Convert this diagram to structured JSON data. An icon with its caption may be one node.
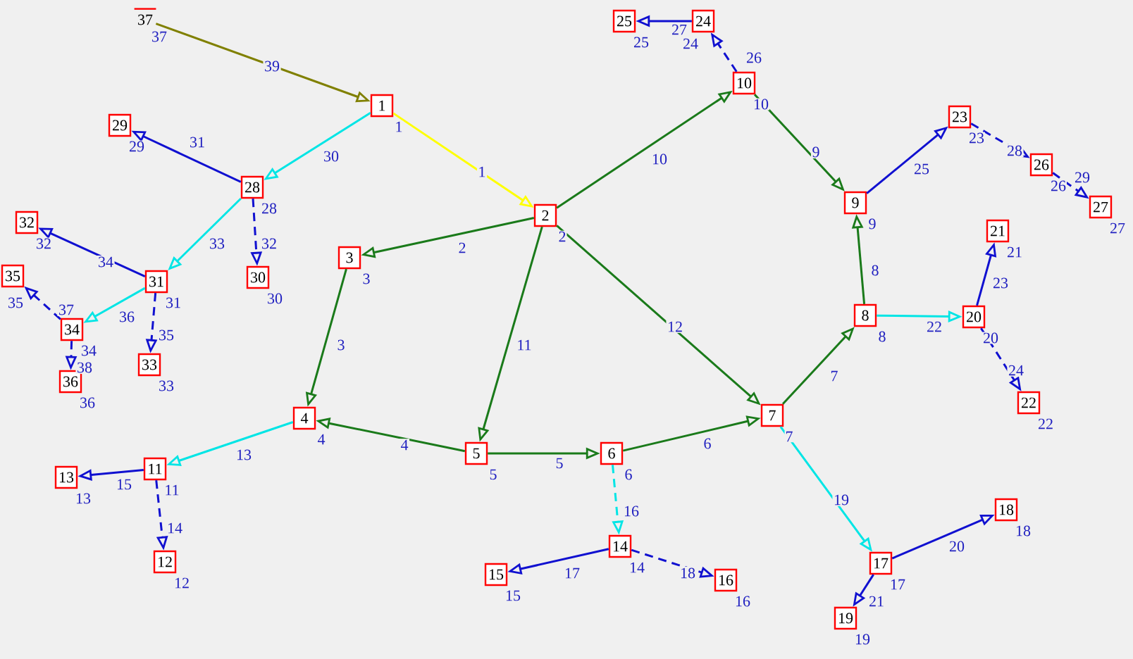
{
  "diagram": {
    "nodes": [
      {
        "text": [
          "1"
        ],
        "beside": [
          "1"
        ]
      },
      {
        "text": [
          "2"
        ],
        "beside": [
          "2"
        ]
      },
      {
        "text": [
          "3"
        ],
        "beside": [
          "3"
        ]
      },
      {
        "text": [
          "4"
        ],
        "beside": [
          "4"
        ]
      },
      {
        "text": [
          "5"
        ],
        "beside": [
          "5"
        ]
      },
      {
        "text": [
          "6"
        ],
        "beside": [
          "6"
        ]
      },
      {
        "text": [
          "7"
        ],
        "beside": [
          "7"
        ]
      },
      {
        "text": [
          "8"
        ],
        "beside": [
          "8"
        ]
      },
      {
        "text": [
          "9"
        ],
        "beside": [
          "9"
        ]
      },
      {
        "text": [
          "10"
        ],
        "beside": [
          "10"
        ]
      },
      {
        "text": [
          "11"
        ],
        "beside": [
          "11"
        ]
      },
      {
        "text": [
          "12"
        ],
        "beside": [
          "12"
        ]
      },
      {
        "text": [
          "13"
        ],
        "beside": [
          "13"
        ]
      },
      {
        "text": [
          "14"
        ],
        "beside": [
          "14"
        ]
      },
      {
        "text": [
          "15"
        ],
        "beside": [
          "15"
        ]
      },
      {
        "text": [
          "16"
        ],
        "beside": [
          "16"
        ]
      },
      {
        "text": [
          "17"
        ],
        "beside": [
          "17"
        ]
      },
      {
        "text": [
          "18"
        ],
        "beside": [
          "18"
        ]
      },
      {
        "text": [
          "19"
        ],
        "beside": [
          "19"
        ]
      },
      {
        "text": [
          "20"
        ],
        "beside": [
          "20"
        ]
      },
      {
        "text": [
          "21"
        ],
        "beside": [
          "21"
        ]
      },
      {
        "text": [
          "22"
        ],
        "beside": [
          "22"
        ]
      },
      {
        "text": [
          "23"
        ],
        "beside": [
          "23"
        ]
      },
      {
        "text": [
          "24"
        ],
        "beside": [
          "24"
        ]
      },
      {
        "text": [
          "25"
        ],
        "beside": [
          "25"
        ]
      },
      {
        "text": [
          "26"
        ],
        "beside": [
          "26"
        ]
      },
      {
        "text": [
          "27"
        ],
        "beside": [
          "27"
        ]
      },
      {
        "text": [
          "28"
        ],
        "beside": [
          "28"
        ]
      },
      {
        "text": [
          "29"
        ],
        "beside": [
          "29"
        ]
      },
      {
        "text": [
          "30"
        ],
        "beside": [
          "30"
        ]
      },
      {
        "text": [
          "31"
        ],
        "beside": [
          "31"
        ]
      },
      {
        "text": [
          "32"
        ],
        "beside": [
          "32"
        ]
      },
      {
        "text": [
          "33"
        ],
        "beside": [
          "33"
        ]
      },
      {
        "text": [
          "34"
        ],
        "beside": [
          "34"
        ]
      },
      {
        "text": [
          "35"
        ],
        "beside": [
          "35"
        ]
      },
      {
        "text": [
          "36"
        ],
        "beside": [
          "36"
        ]
      },
      {
        "text": [
          "37"
        ],
        "beside": [
          "37"
        ]
      }
    ],
    "edges": [
      {
        "from": 0,
        "to": 1,
        "arrow": "to",
        "label": "1",
        "color": "#ffff00"
      },
      {
        "from": 1,
        "to": 2,
        "arrow": "to",
        "label": "2",
        "color": "#1a7a1a"
      },
      {
        "from": 2,
        "to": 3,
        "arrow": "to",
        "label": "3",
        "color": "#1a7a1a"
      },
      {
        "from": 4,
        "to": 3,
        "arrow": "to",
        "label": "4",
        "color": "#1a7a1a"
      },
      {
        "from": 4,
        "to": 5,
        "arrow": "to",
        "label": "5",
        "color": "#1a7a1a"
      },
      {
        "from": 5,
        "to": 6,
        "arrow": "to",
        "label": "6",
        "color": "#1a7a1a"
      },
      {
        "from": 6,
        "to": 7,
        "arrow": "to",
        "label": "7",
        "color": "#1a7a1a"
      },
      {
        "from": 7,
        "to": 8,
        "arrow": "to",
        "label": "8",
        "color": "#1a7a1a"
      },
      {
        "from": 9,
        "to": 8,
        "arrow": "to",
        "label": "9",
        "color": "#1a7a1a"
      },
      {
        "from": 1,
        "to": 9,
        "arrow": "to",
        "label": "10",
        "color": "#1a7a1a"
      },
      {
        "from": 1,
        "to": 4,
        "arrow": "to",
        "label": "11",
        "color": "#1a7a1a"
      },
      {
        "from": 1,
        "to": 6,
        "arrow": "to",
        "label": "12",
        "color": "#1a7a1a"
      },
      {
        "from": 3,
        "to": 10,
        "arrow": "to",
        "label": "13",
        "color": "#00e5e5"
      },
      {
        "from": 10,
        "to": 11,
        "arrow": "to",
        "label": "14",
        "style": "dashed"
      },
      {
        "from": 10,
        "to": 12,
        "arrow": "to",
        "label": "15"
      },
      {
        "from": 5,
        "to": 13,
        "arrow": "to",
        "label": "16",
        "style": "dashed",
        "color": "#00e5e5"
      },
      {
        "from": 13,
        "to": 14,
        "arrow": "to",
        "label": "17"
      },
      {
        "from": 13,
        "to": 15,
        "arrow": "to",
        "label": "18",
        "style": "dashed"
      },
      {
        "from": 6,
        "to": 16,
        "arrow": "to",
        "label": "19",
        "color": "#00e5e5"
      },
      {
        "from": 16,
        "to": 17,
        "arrow": "to",
        "label": "20"
      },
      {
        "from": 16,
        "to": 18,
        "arrow": "to",
        "label": "21"
      },
      {
        "from": 7,
        "to": 19,
        "arrow": "to",
        "label": "22",
        "color": "#00e5e5"
      },
      {
        "from": 19,
        "to": 20,
        "arrow": "to",
        "label": "23"
      },
      {
        "from": 19,
        "to": 21,
        "arrow": "to",
        "label": "24",
        "style": "dashed"
      },
      {
        "from": 8,
        "to": 22,
        "arrow": "to",
        "label": "25"
      },
      {
        "from": 9,
        "to": 23,
        "arrow": "to",
        "label": "26",
        "style": "dashed"
      },
      {
        "from": 23,
        "to": 24,
        "arrow": "to",
        "label": "27"
      },
      {
        "from": 22,
        "to": 25,
        "arrow": "to",
        "label": "28",
        "style": "dashed"
      },
      {
        "from": 25,
        "to": 26,
        "arrow": "to",
        "label": "29",
        "style": "dashed"
      },
      {
        "from": 0,
        "to": 27,
        "arrow": "to",
        "label": "30",
        "color": "#00e5e5"
      },
      {
        "from": 27,
        "to": 28,
        "arrow": "to",
        "label": "31"
      },
      {
        "from": 27,
        "to": 29,
        "arrow": "to",
        "label": "32",
        "style": "dashed"
      },
      {
        "from": 27,
        "to": 30,
        "arrow": "to",
        "label": "33",
        "color": "#00e5e5"
      },
      {
        "from": 30,
        "to": 31,
        "arrow": "to",
        "label": "34"
      },
      {
        "from": 30,
        "to": 32,
        "arrow": "to",
        "label": "35",
        "style": "dashed"
      },
      {
        "from": 30,
        "to": 33,
        "arrow": "to",
        "label": "36",
        "color": "#00e5e5"
      },
      {
        "from": 33,
        "to": 34,
        "arrow": "to",
        "label": "37",
        "style": "dashed"
      },
      {
        "from": 33,
        "to": 35,
        "arrow": "to",
        "label": "38",
        "style": "dashed"
      },
      {
        "from": 36,
        "to": 0,
        "arrow": "to",
        "label": "39",
        "color": "#808000"
      }
    ]
  }
}
